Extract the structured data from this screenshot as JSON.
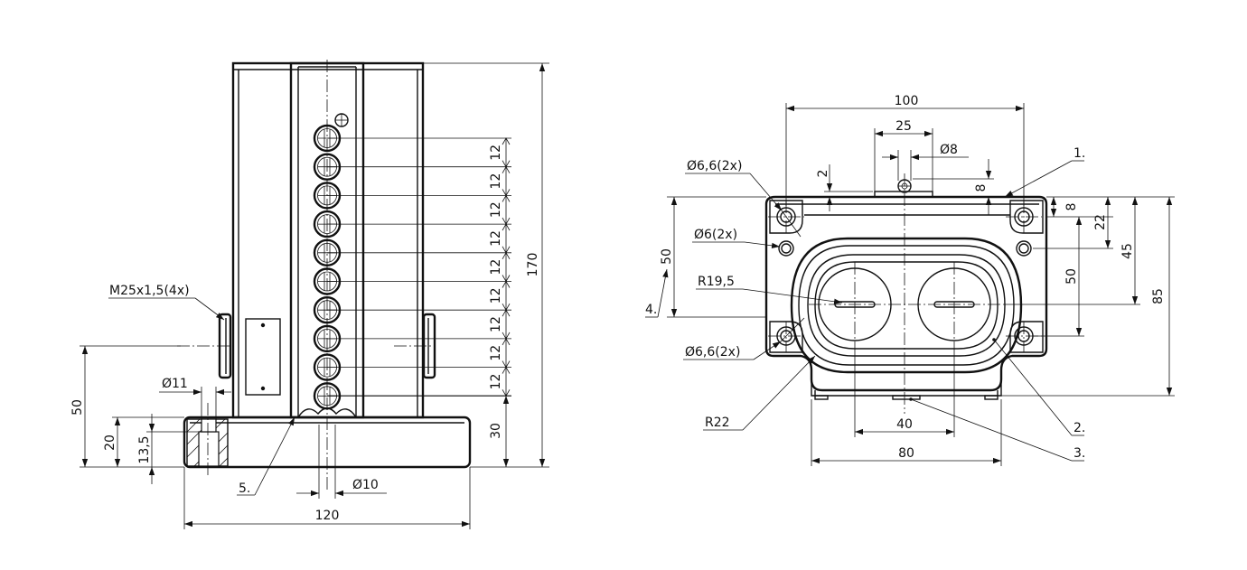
{
  "side_view": {
    "dims": {
      "height_total": "170",
      "pitch": "12",
      "base_height": "30",
      "width": "120",
      "axis_height": "50",
      "base_thickness": "20",
      "counterbore_depth": "13,5",
      "hole_diameter": "Ø11",
      "pin_diameter": "Ø10"
    },
    "callouts": {
      "thread": "M25x1,5(4x)",
      "item5": "5."
    },
    "button_count": 10
  },
  "front_view": {
    "dims": {
      "width_top": "100",
      "button_spacing": "25",
      "screw_diameter": "Ø8",
      "gap_2": "2",
      "gap_8": "8",
      "offset_8": "8",
      "offset_22": "22",
      "offset_45": "45",
      "offset_50": "50",
      "height_85": "85",
      "left_50": "50",
      "inner_40": "40",
      "base_80": "80"
    },
    "callouts": {
      "hole_top": "Ø6,6(2x)",
      "hole_mid": "Ø6(2x)",
      "hole_bottom": "Ø6,6(2x)",
      "radius_inner": "R19,5",
      "radius_outer": "R22",
      "item1": "1.",
      "item2": "2.",
      "item3": "3.",
      "item4": "4."
    }
  }
}
